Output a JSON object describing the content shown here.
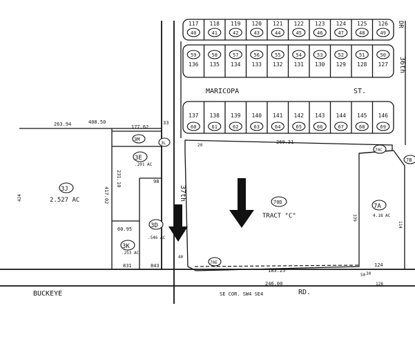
{
  "streets": {
    "maricopa": "MARICOPA",
    "maricopa_st": "ST.",
    "buckeye": "BUCKEYE",
    "rd": "RD.",
    "ave_37th": "37th",
    "dr_36th": "36th",
    "dr": "DR",
    "corner_note": "SE COR. SW4 SE4"
  },
  "top_row": {
    "lots": [
      "117",
      "118",
      "119",
      "120",
      "121",
      "122",
      "123",
      "124",
      "125",
      "126"
    ],
    "circles": [
      "40",
      "41",
      "42",
      "43",
      "44",
      "45",
      "46",
      "47",
      "48",
      "49"
    ]
  },
  "mid_row": {
    "circles": [
      "59",
      "58",
      "57",
      "56",
      "55",
      "54",
      "53",
      "52",
      "51",
      "50"
    ],
    "lots": [
      "136",
      "135",
      "134",
      "133",
      "132",
      "131",
      "130",
      "129",
      "128",
      "127"
    ]
  },
  "bottom_row": {
    "lots": [
      "137",
      "138",
      "139",
      "140",
      "141",
      "142",
      "143",
      "144",
      "145",
      "146"
    ],
    "circles": [
      "60",
      "61",
      "62",
      "63",
      "64",
      "65",
      "66",
      "67",
      "68",
      "69"
    ]
  },
  "parcels": {
    "p3j_id": "3J",
    "p3j_area": "2.527 AC",
    "p3e_id": "3E",
    "p3e_area": ".201 AC",
    "p3d_id": "3D",
    "p3d_area": ".546 AC",
    "p3k_id": "3K",
    "p3k_area": ".253 AC",
    "p3m_id": "3M",
    "tract_c_id": "70D",
    "tract_c_label": "TRACT \"C\"",
    "p7a_id": "7A",
    "p7a_area": "4.18 AC",
    "p70c_id": "70C",
    "p7b_id": "7B",
    "p3l_id": "3L",
    "p70e_id": "70E"
  },
  "dims": {
    "d1": "263.94",
    "d2": "408.50",
    "d3": "177.62",
    "d4": "33",
    "d5": "417.02",
    "d6": "231.10",
    "d7": "60.95",
    "d8": "831",
    "d9": "843",
    "d10": "98",
    "d11": "269.31",
    "d12": "183.25",
    "d13": "246.00",
    "d14": "124",
    "d15": "339",
    "d16": "128",
    "d17": "114",
    "d18": "50",
    "d19": "424",
    "d20": "30",
    "d21": "40",
    "d22": "20"
  },
  "arrows": {
    "count": 2
  }
}
